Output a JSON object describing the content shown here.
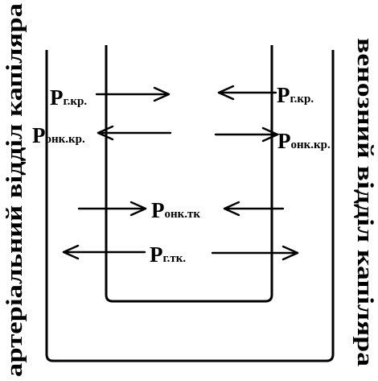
{
  "side_labels": {
    "left": "артеріальний відділ капіляра",
    "right": "венозний відділ капіляра"
  },
  "forces": {
    "p_g_kr_left": {
      "base": "P",
      "sub": "г.кр."
    },
    "p_g_kr_right": {
      "base": "P",
      "sub": "г.кр."
    },
    "p_onk_kr_left": {
      "base": "P",
      "sub": "онк.кр."
    },
    "p_onk_kr_right": {
      "base": "P",
      "sub": "онк.кр."
    },
    "p_onk_tk": {
      "base": "P",
      "sub": "онк.тк"
    },
    "p_g_tk": {
      "base": "P",
      "sub": "г.тк."
    }
  }
}
